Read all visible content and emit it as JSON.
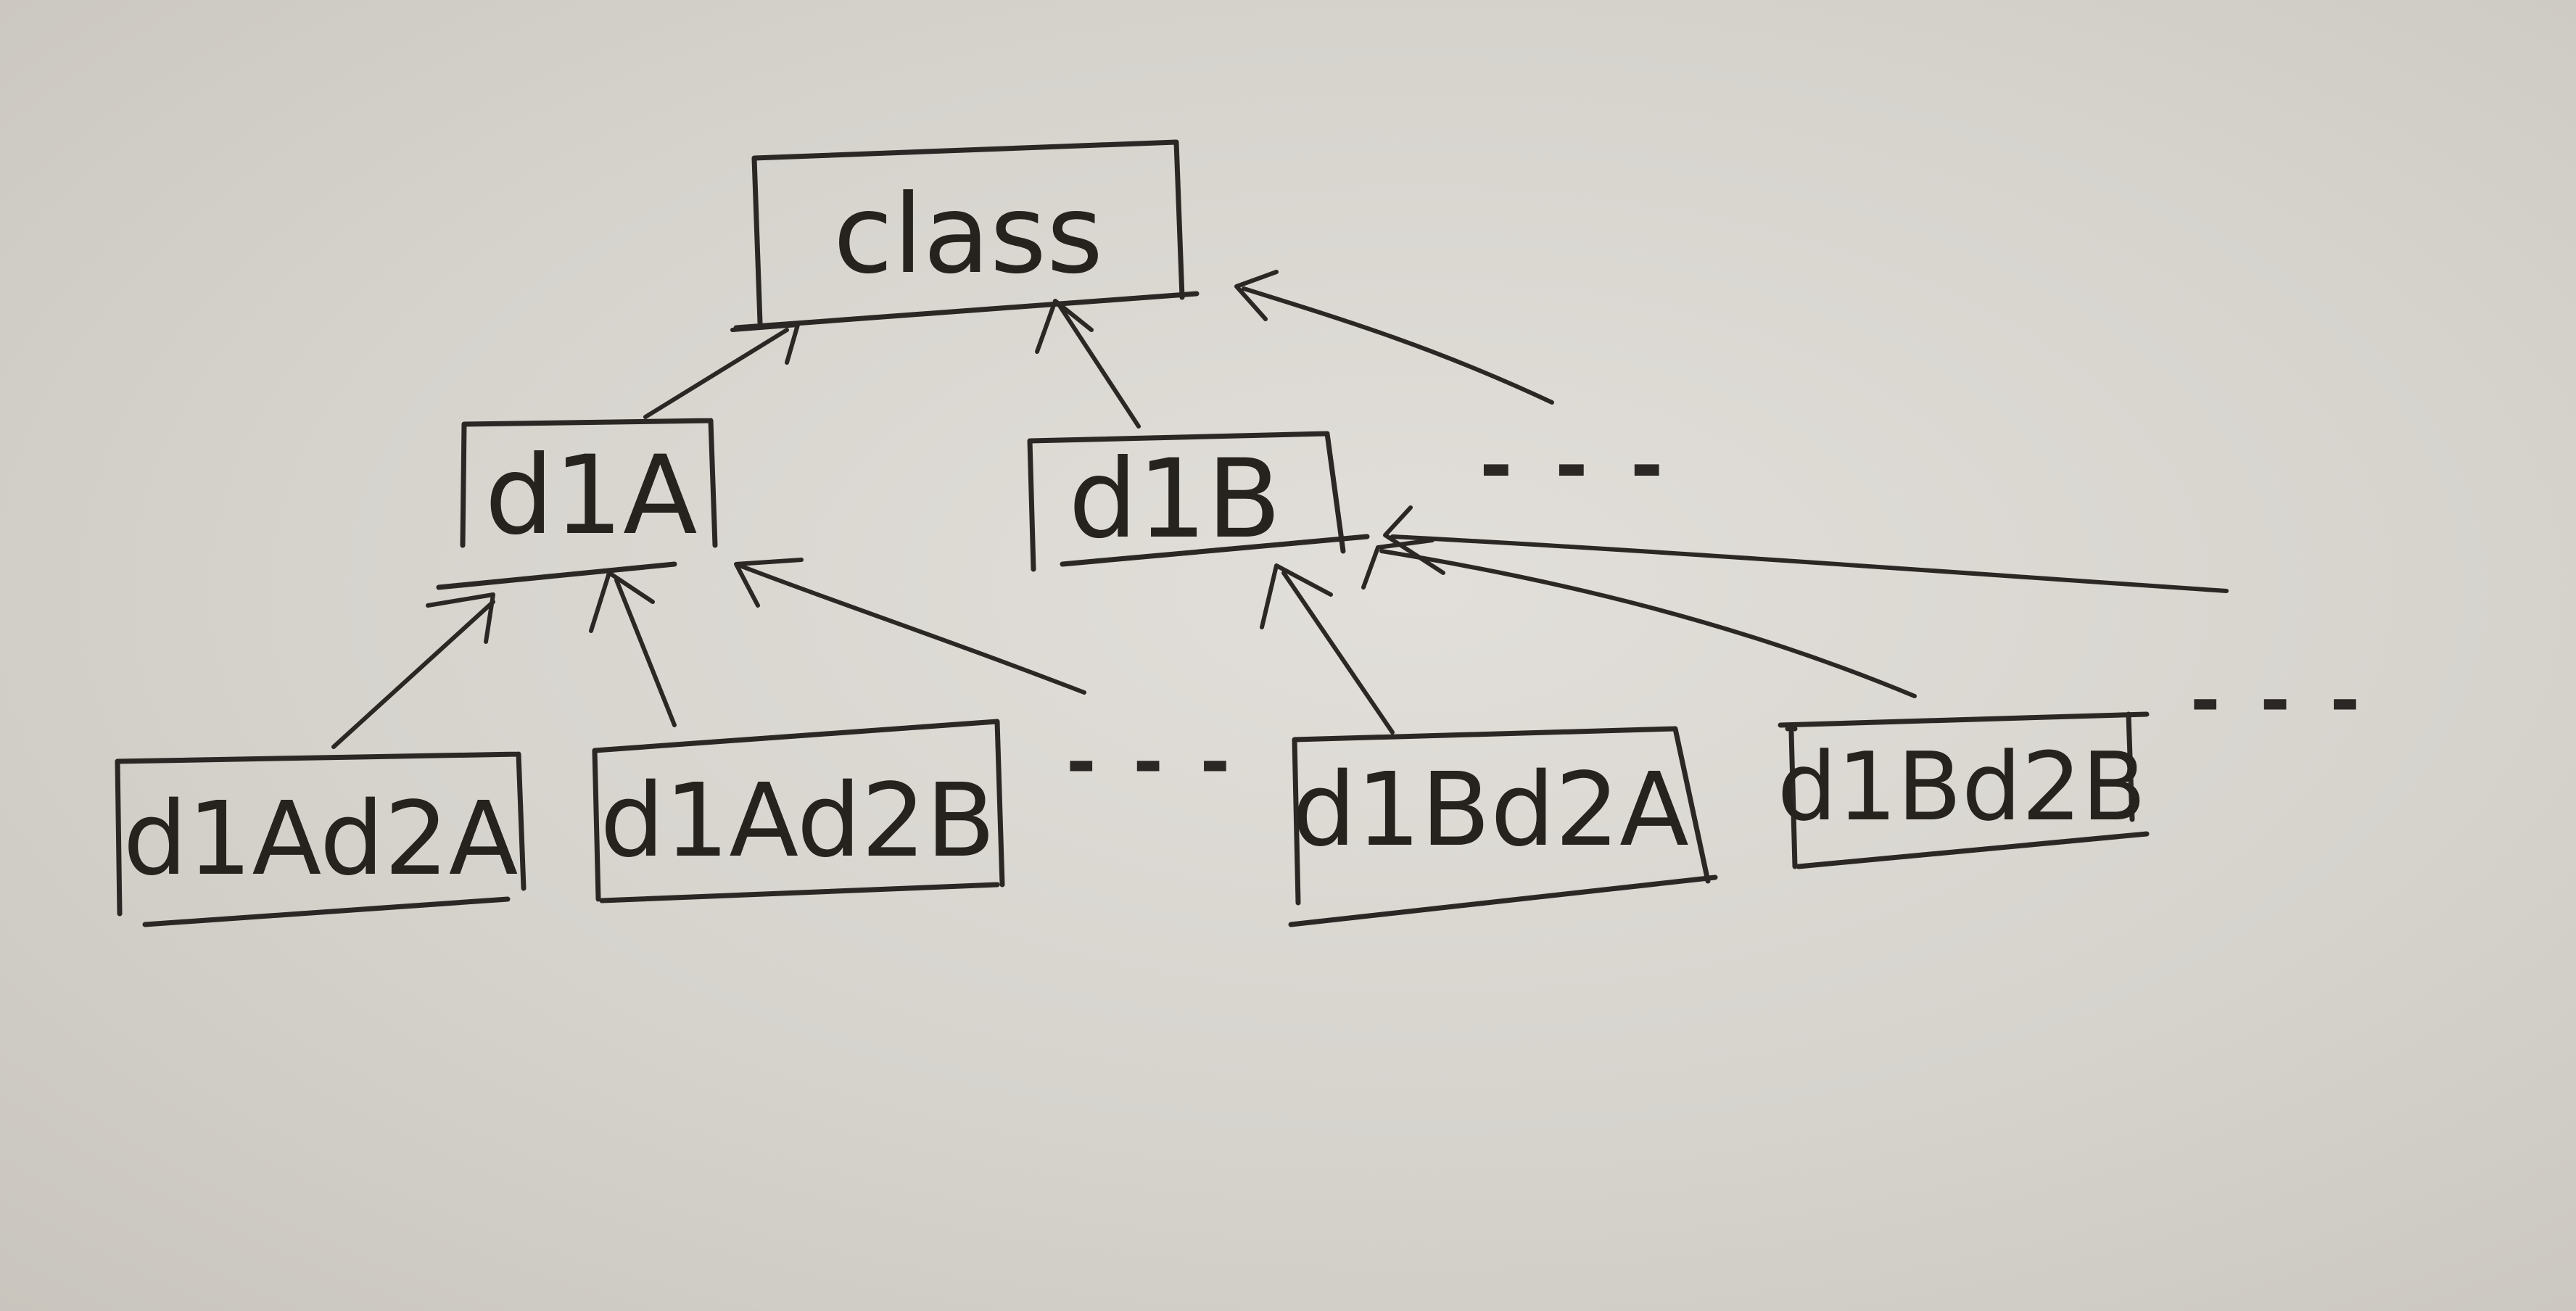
{
  "nodes": {
    "root": "class",
    "d1A": "d1A",
    "d1B": "d1B",
    "d1Ad2A": "d1Ad2A",
    "d1Ad2B": "d1Ad2B",
    "d1Bd2A": "d1Bd2A",
    "d1Bd2B": "d1Bd2B"
  },
  "ellipses": {
    "level1": "- - -",
    "level2_left": "- - -",
    "level2_right": "- - -"
  },
  "edges": [
    {
      "from": "d1A",
      "to": "class"
    },
    {
      "from": "d1B",
      "to": "class"
    },
    {
      "from": "more-level1",
      "to": "class"
    },
    {
      "from": "d1Ad2A",
      "to": "d1A"
    },
    {
      "from": "d1Ad2B",
      "to": "d1A"
    },
    {
      "from": "more-d1A-children",
      "to": "d1A"
    },
    {
      "from": "d1Bd2A",
      "to": "d1B"
    },
    {
      "from": "d1Bd2B",
      "to": "d1B"
    },
    {
      "from": "more-d1B-children",
      "to": "d1B"
    }
  ],
  "colors": {
    "ink": "#2a2724",
    "paper": "#dedbd6"
  }
}
